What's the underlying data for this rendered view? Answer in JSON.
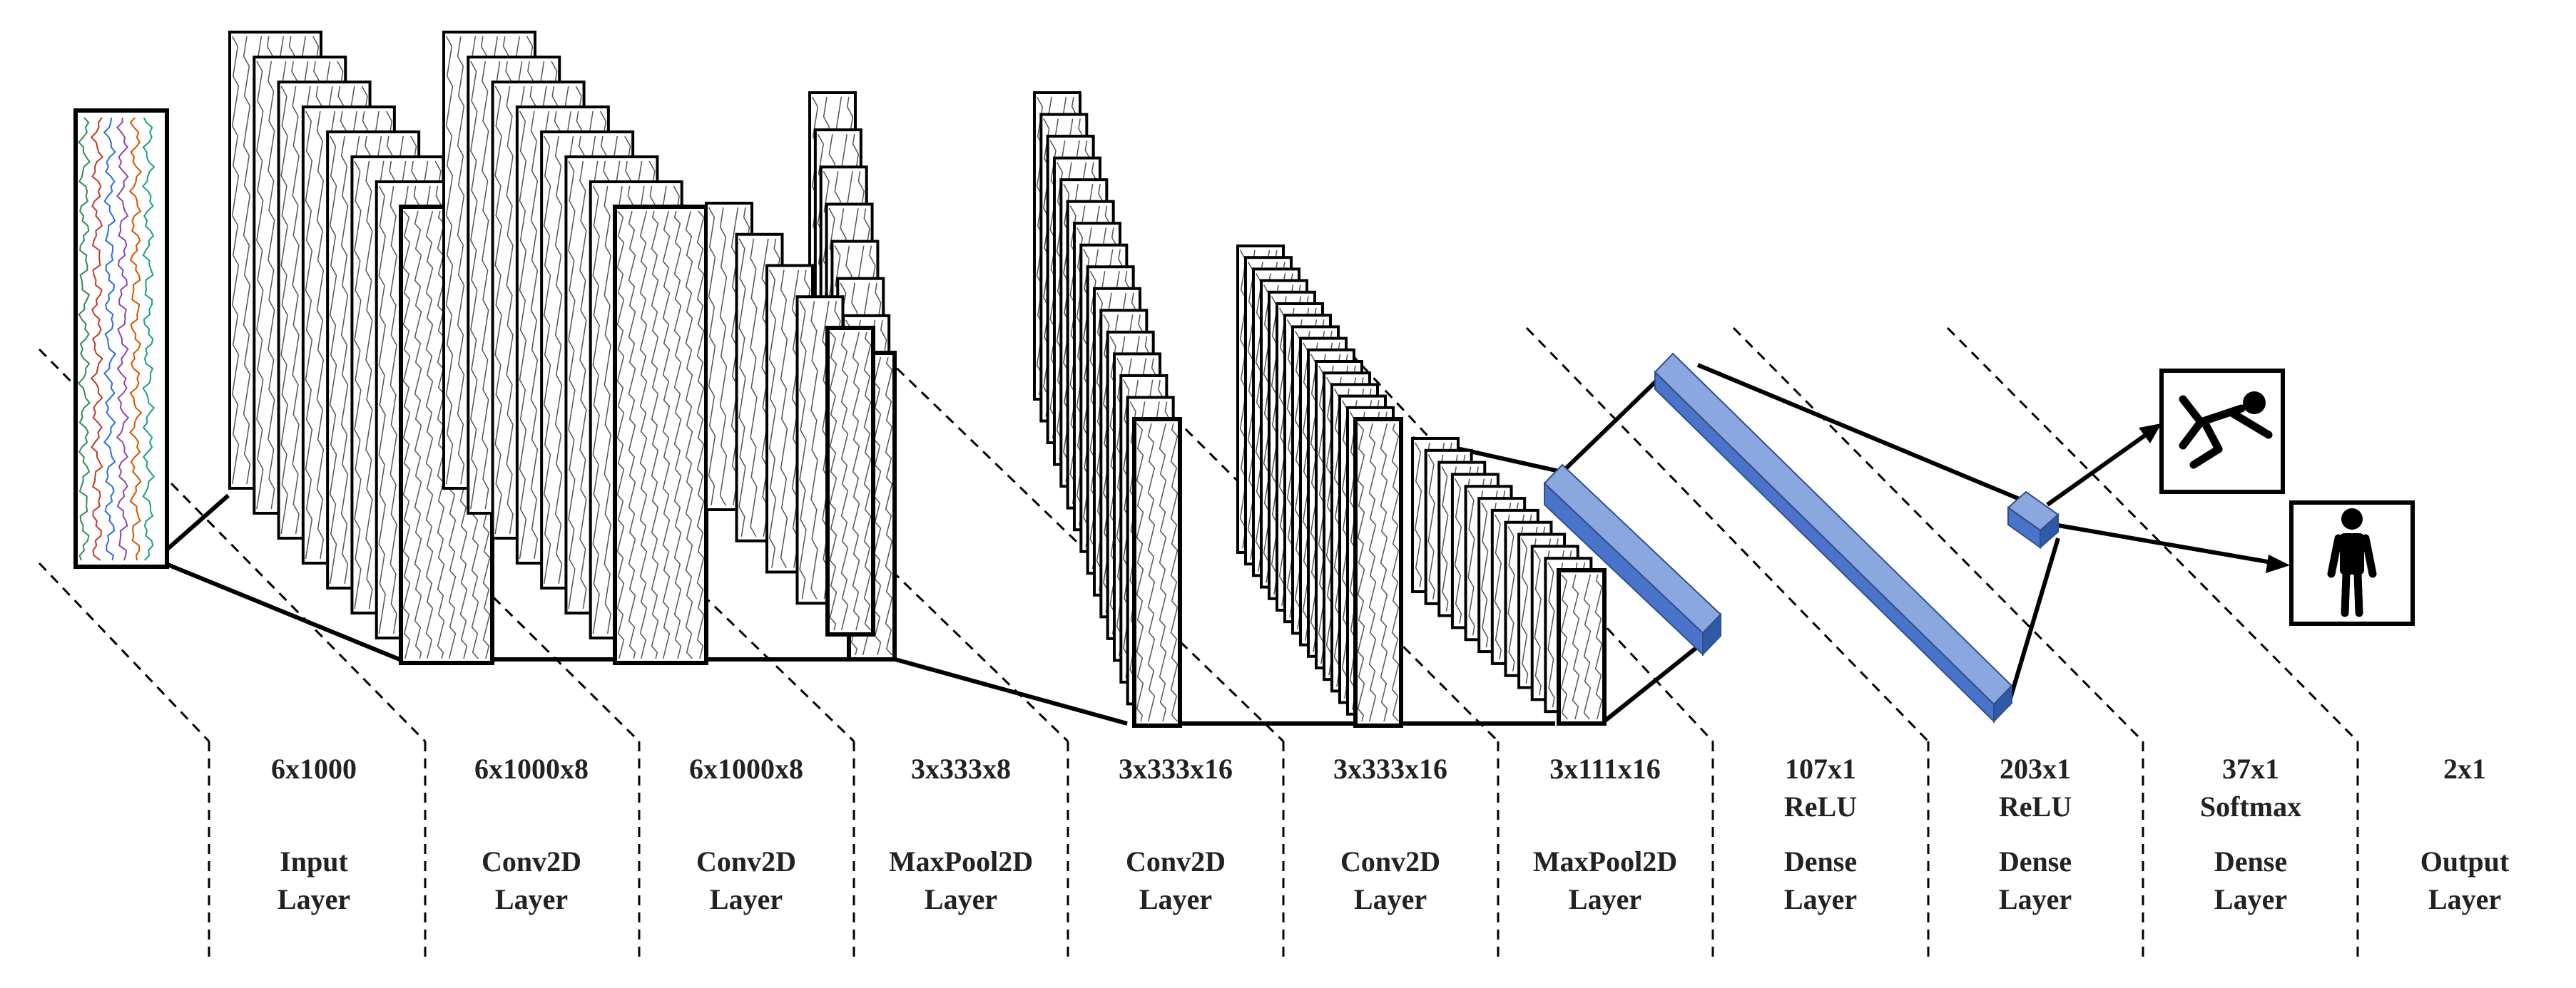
{
  "layers": [
    {
      "dims": "6x1000",
      "line1": "",
      "line2": "Input",
      "line3": "Layer"
    },
    {
      "dims": "6x1000x8",
      "line1": "",
      "line2": "Conv2D",
      "line3": "Layer"
    },
    {
      "dims": "6x1000x8",
      "line1": "",
      "line2": "Conv2D",
      "line3": "Layer"
    },
    {
      "dims": "3x333x8",
      "line1": "",
      "line2": "MaxPool2D",
      "line3": "Layer"
    },
    {
      "dims": "3x333x16",
      "line1": "",
      "line2": "Conv2D",
      "line3": "Layer"
    },
    {
      "dims": "3x333x16",
      "line1": "",
      "line2": "Conv2D",
      "line3": "Layer"
    },
    {
      "dims": "3x111x16",
      "line1": "",
      "line2": "MaxPool2D",
      "line3": "Layer"
    },
    {
      "dims": "107x1",
      "line1": "ReLU",
      "line2": "Dense",
      "line3": "Layer"
    },
    {
      "dims": "203x1",
      "line1": "ReLU",
      "line2": "Dense",
      "line3": "Layer"
    },
    {
      "dims": "37x1",
      "line1": "Softmax",
      "line2": "Dense",
      "line3": "Layer"
    },
    {
      "dims": "2x1",
      "line1": "",
      "line2": "Output",
      "line3": "Layer"
    }
  ],
  "output_classes": [
    {
      "icon": "falling-person-icon"
    },
    {
      "icon": "standing-person-icon"
    }
  ],
  "colors": {
    "dense_face": "#4a74c9",
    "dense_top": "#8aa7e0",
    "dense_edge": "#2f4f8a",
    "outline": "#000000",
    "label_text": "#222222"
  }
}
